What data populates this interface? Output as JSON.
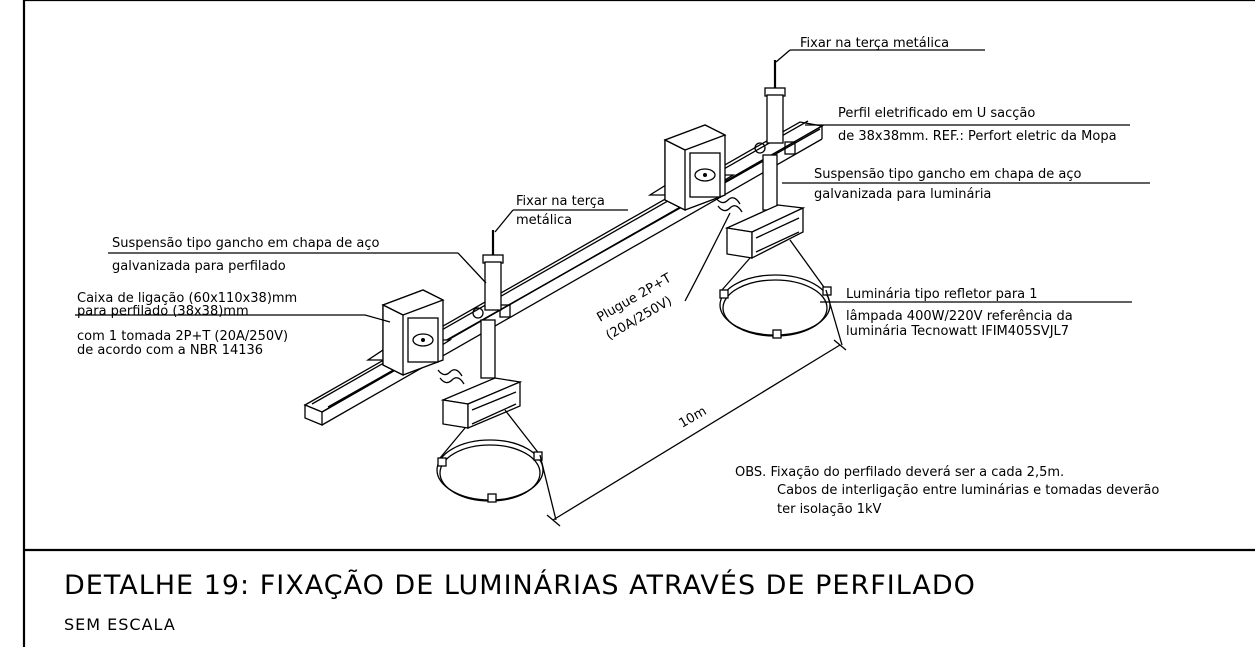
{
  "labels": {
    "fix_top": "Fixar na terça metálica",
    "perfil_1": "Perfil eletrificado em U sacção",
    "perfil_2": "de 38x38mm. REF.: Perfort eletric da Mopa",
    "susp_lum_1": "Suspensão tipo gancho em chapa de aço",
    "susp_lum_2": "galvanizada para luminária",
    "fix_mid_1": "Fixar na terça",
    "fix_mid_2": "metálica",
    "susp_perf_1": "Suspensão tipo gancho em chapa de aço",
    "susp_perf_2": "galvanizada para perfilado",
    "caixa_1": "Caixa de ligação (60x110x38)mm",
    "caixa_2": "para perfilado (38x38)mm",
    "caixa_3": "com 1 tomada 2P+T (20A/250V)",
    "caixa_4": "de acordo com a NBR 14136",
    "plugue_1": "Plugue 2P+T",
    "plugue_2": "(20A/250V)",
    "lum_1": "Luminária tipo refletor para 1",
    "lum_2": "lâmpada 400W/220V referência da",
    "lum_3": "luminária Tecnowatt IFIM405SVJL7",
    "dim": "10m",
    "obs_1": "OBS. Fixação do perfilado deverá ser a cada 2,5m.",
    "obs_2": "Cabos de interligação entre luminárias e tomadas deverão",
    "obs_3": "ter isolação 1kV"
  },
  "title": "DETALHE 19: FIXAÇÃO DE LUMINÁRIAS ATRAVÉS DE PERFILADO",
  "subtitle": "SEM ESCALA",
  "colors": {
    "ink": "#000000",
    "paper": "#ffffff"
  }
}
